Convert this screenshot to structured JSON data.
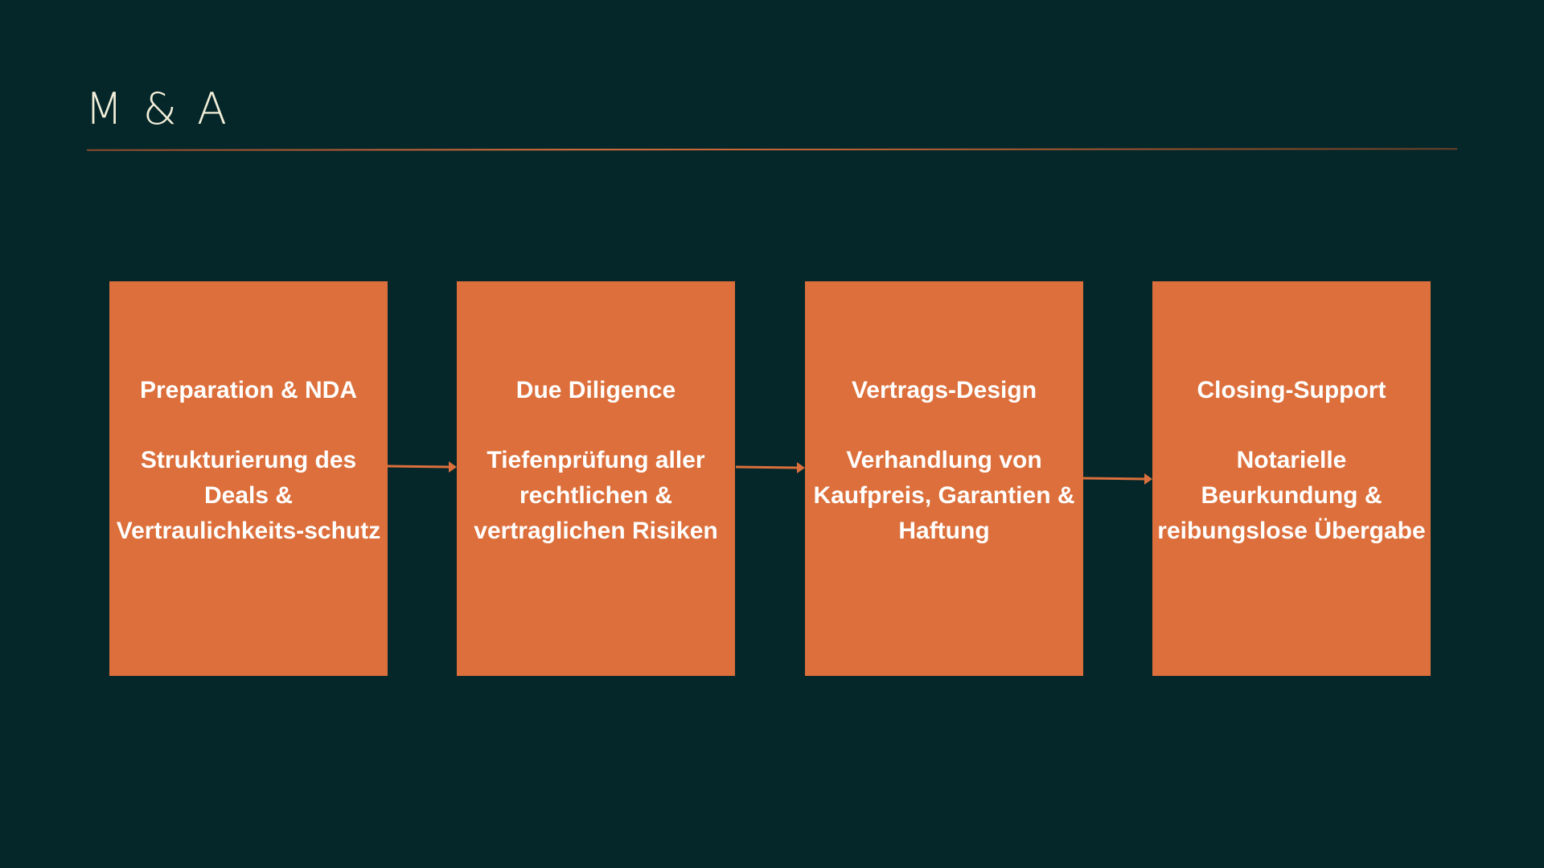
{
  "title": "M & A",
  "steps": [
    {
      "heading": "Preparation & NDA",
      "body": "Strukturierung des Deals & Vertraulichkeits-schutz"
    },
    {
      "heading": "Due Diligence",
      "body": "Tiefenprüfung aller rechtlichen & vertraglichen Risiken"
    },
    {
      "heading": "Vertrags-Design",
      "body": "Verhandlung von Kaufpreis, Garantien & Haftung"
    },
    {
      "heading": "Closing-Support",
      "body": "Notarielle Beurkundung & reibungslose Übergabe"
    }
  ],
  "colors": {
    "background": "#05272a",
    "accent": "#dc6f3b",
    "title": "#f3efd9"
  }
}
